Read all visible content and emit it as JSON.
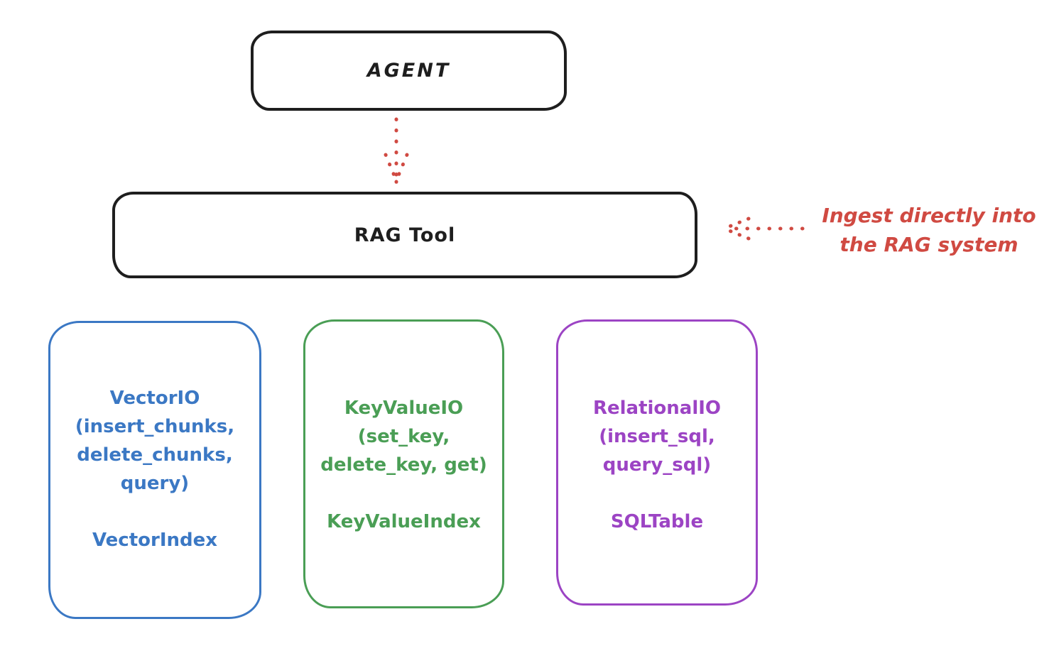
{
  "diagram": {
    "agent_box": {
      "label": "AGENT"
    },
    "rag_tool_box": {
      "label": "RAG Tool"
    },
    "annotation": {
      "line1": "Ingest directly into",
      "line2": "the RAG system"
    },
    "io_boxes": [
      {
        "id": "vector-io",
        "lines": [
          "VectorIO",
          "(insert_chunks,",
          "delete_chunks,",
          "query)"
        ],
        "index_label": "VectorIndex",
        "color": "#3b78c4"
      },
      {
        "id": "keyvalue-io",
        "lines": [
          "KeyValueIO",
          "(set_key,",
          "delete_key, get)"
        ],
        "index_label": "KeyValueIndex",
        "color": "#4a9e55"
      },
      {
        "id": "relational-io",
        "lines": [
          "RelationalIO",
          "(insert_sql,",
          "query_sql)"
        ],
        "index_label": "SQLTable",
        "color": "#9c44c4"
      }
    ],
    "colors": {
      "stroke_black": "#1e1e1e",
      "accent_red": "#d04a42",
      "accent_blue": "#3b78c4",
      "accent_green": "#4a9e55",
      "accent_purple": "#9c44c4",
      "background": "#ffffff"
    }
  }
}
